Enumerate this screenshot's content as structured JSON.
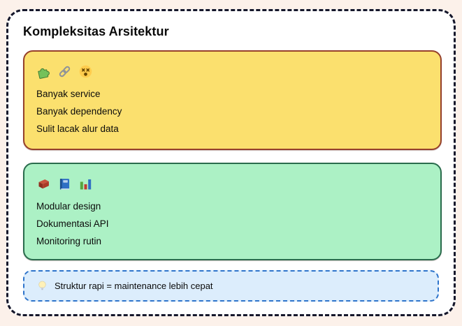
{
  "card": {
    "title": "Kompleksitas Arsitektur"
  },
  "colors": {
    "page_background": "#FCF1EA",
    "card_background": "#FFFFFF",
    "card_border": "#15172B"
  },
  "sections": [
    {
      "name": "complexity-problems",
      "background": "#FBE06E",
      "border_color": "#96402B",
      "icons": [
        {
          "name": "puzzle-icon",
          "emoji": "🧩"
        },
        {
          "name": "link-icon",
          "emoji": "🔗"
        },
        {
          "name": "dizzy-face-icon",
          "emoji": "😵"
        }
      ],
      "items": [
        "Banyak service",
        "Banyak dependency",
        "Sulit lacak alur data"
      ]
    },
    {
      "name": "solutions",
      "background": "#ACF1C5",
      "border_color": "#2A6C4D",
      "icons": [
        {
          "name": "brick-icon",
          "emoji": "🧱"
        },
        {
          "name": "blue-book-icon",
          "emoji": "📘"
        },
        {
          "name": "bar-chart-icon",
          "emoji": "📊"
        }
      ],
      "items": [
        "Modular design",
        "Dokumentasi API",
        "Monitoring rutin"
      ]
    }
  ],
  "note": {
    "icon": {
      "name": "lightbulb-icon",
      "emoji": "💡"
    },
    "text": "Struktur rapi = maintenance lebih cepat",
    "background": "#DCEDFC",
    "border_color": "#2E74CB"
  }
}
